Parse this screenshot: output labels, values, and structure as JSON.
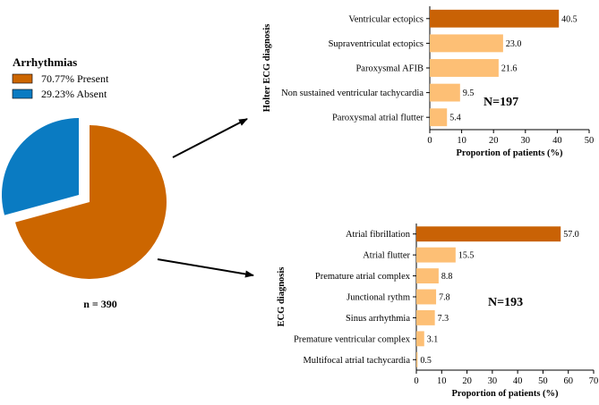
{
  "colors": {
    "present": "#cc6600",
    "absent": "#0a7bc2",
    "bar_highlight": "#c96205",
    "bar_light": "#fdbf75"
  },
  "chart_data": [
    {
      "type": "pie",
      "title": "Arrhythmias",
      "total_label": "n = 390",
      "categories": [
        "Present",
        "Absent"
      ],
      "values": [
        70.77,
        29.23
      ],
      "legend_entries": [
        "70.77%  Present",
        "29.23%  Absent"
      ],
      "legend": "top-left"
    },
    {
      "type": "bar",
      "orientation": "horizontal",
      "ylabel": "Holter ECG diagnosis",
      "xlabel": "Proportion of patients (%)",
      "n_label": "N=197",
      "categories": [
        "Ventricular ectopics",
        "Supraventriculat ectopics",
        "Paroxysmal AFIB",
        "Non sustained ventricular tachycardia",
        "Paroxysmal atrial flutter"
      ],
      "values": [
        40.5,
        23.0,
        21.6,
        9.5,
        5.4
      ],
      "value_labels": [
        "40.5",
        "23.0",
        "21.6",
        "9.5",
        "5.4"
      ],
      "xlim": [
        0,
        50
      ],
      "xticks": [
        "0",
        "10",
        "20",
        "30",
        "40",
        "50"
      ]
    },
    {
      "type": "bar",
      "orientation": "horizontal",
      "ylabel": "ECG diagnosis",
      "xlabel": "Proportion of patients (%)",
      "n_label": "N=193",
      "categories": [
        "Atrial fibrillation",
        "Atrial flutter",
        "Premature atrial complex",
        "Junctional rythm",
        "Sinus arrhythmia",
        "Premature ventricular complex",
        "Multifocal atrial tachycardia"
      ],
      "values": [
        57.0,
        15.5,
        8.8,
        7.8,
        7.3,
        3.1,
        0.5
      ],
      "value_labels": [
        "57.0",
        "15.5",
        "8.8",
        "7.8",
        "7.3",
        "3.1",
        "0.5"
      ],
      "xlim": [
        0,
        70
      ],
      "xticks": [
        "0",
        "10",
        "20",
        "30",
        "40",
        "50",
        "60",
        "70"
      ]
    }
  ]
}
